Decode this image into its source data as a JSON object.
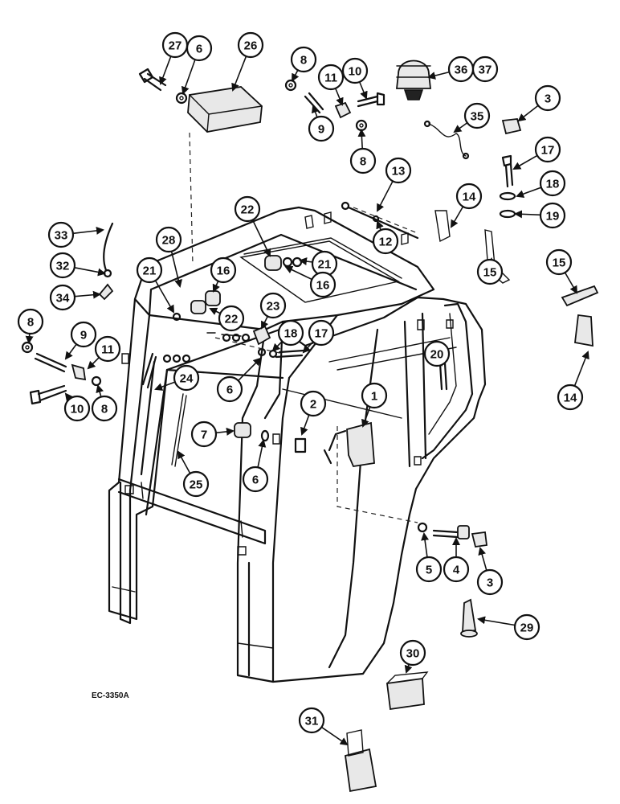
{
  "reference_code": "EC-3350A",
  "callouts": [
    "1",
    "2",
    "3",
    "4",
    "5",
    "6",
    "7",
    "8",
    "9",
    "10",
    "11",
    "12",
    "13",
    "14",
    "15",
    "16",
    "17",
    "18",
    "19",
    "20",
    "21",
    "22",
    "23",
    "24",
    "25",
    "26",
    "27",
    "28",
    "29",
    "30",
    "31",
    "32",
    "33",
    "34",
    "35",
    "36",
    "37"
  ]
}
